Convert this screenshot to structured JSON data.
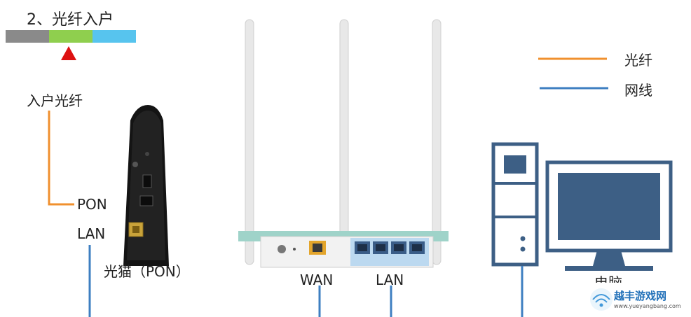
{
  "header": {
    "title": "2、光纤入户",
    "progress_segments": [
      {
        "name": "step-1",
        "color": "#8a8a8a"
      },
      {
        "name": "step-2",
        "color": "#8fcf4e"
      },
      {
        "name": "step-3",
        "color": "#57c4ee"
      }
    ],
    "current_step_marker_color": "#dd1111"
  },
  "legend": {
    "items": [
      {
        "label": "光纤",
        "color": "#f0902e"
      },
      {
        "label": "网线",
        "color": "#3e7fc1"
      }
    ]
  },
  "labels": {
    "incoming_fiber": "入户光纤",
    "pon_port": "PON",
    "lan_port_modem": "LAN",
    "modem_name": "光猫（PON）",
    "router_wan": "WAN",
    "router_lan": "LAN",
    "computer": "电脑",
    "watermark_text": "越丰游戏网",
    "watermark_url": "www.yueyangbang.com"
  },
  "colors": {
    "fiber": "#f0902e",
    "ethernet": "#3e7fc1",
    "computer": "#3d5f85"
  }
}
